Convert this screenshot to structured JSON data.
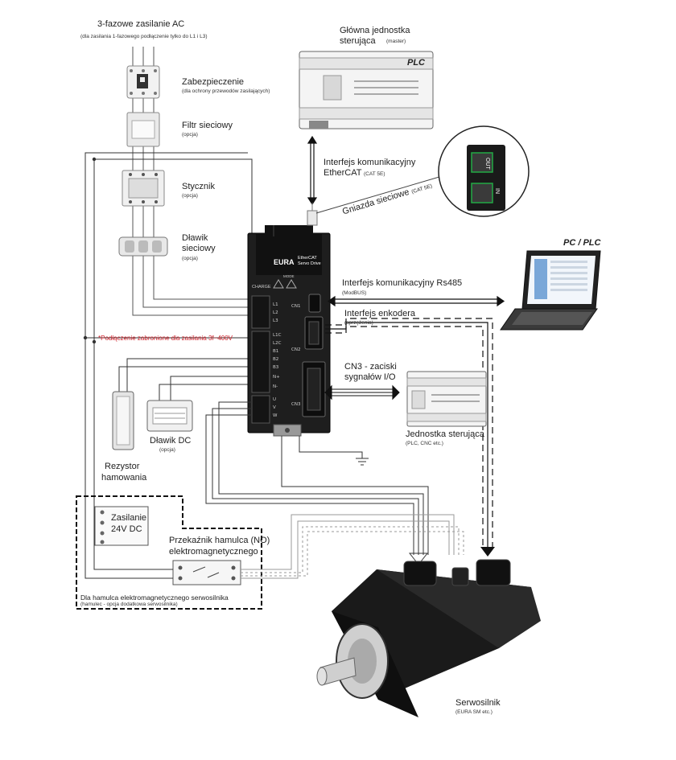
{
  "labels": {
    "ac_supply_title": "3-fazowe zasilanie AC",
    "ac_supply_sub": "(dla zasilania 1-fazowego podłączenie tylko do L1 i L3)",
    "protection_title": "Zabezpieczenie",
    "protection_sub": "(dla ochrony przewodów zasilających)",
    "filter_title": "Filtr sieciowy",
    "filter_sub": "(opcja)",
    "contactor_title": "Stycznik",
    "contactor_sub": "(opcja)",
    "reactor_title_1": "Dławik",
    "reactor_title_2": "sieciowy",
    "reactor_sub": "(opcja)",
    "master_title_1": "Główna jednostka",
    "master_title_2": "sterująca",
    "master_sub": "(master)",
    "plc_badge": "PLC",
    "ethercat_title_1": "Interfejs komunikacyjny",
    "ethercat_title_2": "EtherCAT",
    "ethercat_sub": "(CAT 5E)",
    "sockets_title": "Gniazda sieciowe",
    "sockets_sub": "(CAT 5E)",
    "port_out": "OUT",
    "port_in": "IN",
    "pc_plc": "PC / PLC",
    "rs485_title": "Interfejs komunikacyjny Rs485",
    "rs485_sub": "(ModBUS)",
    "encoder_title": "Interfejs enkodera",
    "encoder_sub": "(sprzężenia)",
    "warning": "*Podłączenie zabronione dla zasilania 3f~400V",
    "cn3_title_1": "CN3 - zaciski",
    "cn3_title_2": "sygnałów I/O",
    "control_unit_title": "Jednostka sterująca",
    "control_unit_sub": "(PLC, CNC etc.)",
    "dc_reactor_title": "Dławik DC",
    "dc_reactor_sub": "(opcja)",
    "brake_resistor_1": "Rezystor",
    "brake_resistor_2": "hamowania",
    "supply24_1": "Zasilanie",
    "supply24_2": "24V DC",
    "relay_title_1": "Przekaźnik hamulca (NO)",
    "relay_title_2": "elektromagnetycznego",
    "brake_note_title": "Dla hamulca elektromagnetycznego serwosilnika",
    "brake_note_sub": "(hamulec - opcja dodatkowa serwosilnika)",
    "servo_motor_title": "Serwosilnik",
    "servo_motor_sub": "(EURA SM etc.)"
  },
  "drive": {
    "brand": "EURA",
    "model_line_1": "EtherCAT",
    "model_line_2": "Servo Drive",
    "charge": "CHARGE",
    "mode": "MODE",
    "terminals_top": [
      "L1",
      "L2",
      "L3"
    ],
    "terminals_mid": [
      "L1C",
      "L2C",
      "B1",
      "B2",
      "B3",
      "N+",
      "N-"
    ],
    "terminals_bot": [
      "U",
      "V",
      "W"
    ],
    "connectors": [
      "CN1",
      "CN2",
      "CN3"
    ]
  }
}
